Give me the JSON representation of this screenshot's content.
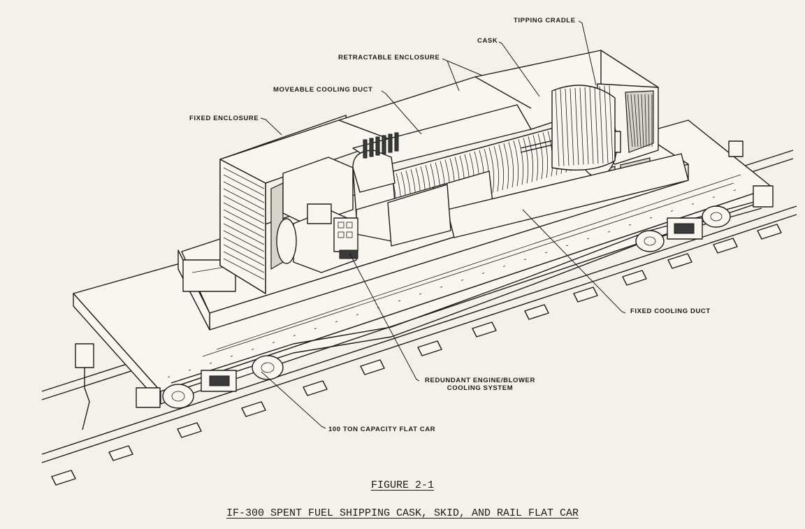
{
  "callouts": {
    "tipping_cradle": "TIPPING CRADLE",
    "cask": "CASK",
    "retractable_enclosure": "RETRACTABLE ENCLOSURE",
    "moveable_cooling_duct": "MOVEABLE COOLING DUCT",
    "fixed_enclosure": "FIXED ENCLOSURE",
    "fixed_cooling_duct": "FIXED COOLING DUCT",
    "redundant_engine_line1": "REDUNDANT ENGINE/BLOWER",
    "redundant_engine_line2": "COOLING SYSTEM",
    "flat_car": "100 TON CAPACITY FLAT CAR"
  },
  "figure": {
    "number": "FIGURE 2-1",
    "title": "IF-300 SPENT FUEL SHIPPING CASK, SKID, AND RAIL FLAT CAR"
  },
  "colors": {
    "paper": "#f3f1e8",
    "ink": "#1c1c1c"
  }
}
